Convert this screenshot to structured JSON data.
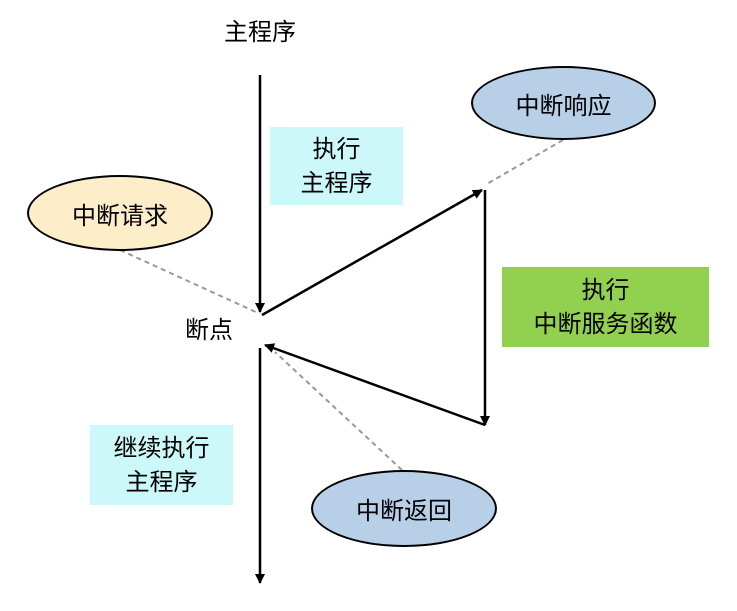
{
  "main_program_label": "主程序",
  "breakpoint_label": "断点",
  "execute_main_box": {
    "line1": "执行",
    "line2": "主程序",
    "color": "#ccf8fa"
  },
  "execute_isr_box": {
    "line1": "执行",
    "line2": "中断服务函数",
    "color": "#92d050"
  },
  "continue_main_box": {
    "line1": "继续执行",
    "line2": "主程序",
    "color": "#ccf8fa"
  },
  "interrupt_request": {
    "label": "中断请求",
    "color": "#fdedc8"
  },
  "interrupt_response": {
    "label": "中断响应",
    "color": "#b8cfe8"
  },
  "interrupt_return": {
    "label": "中断返回",
    "color": "#b8cfe8"
  }
}
